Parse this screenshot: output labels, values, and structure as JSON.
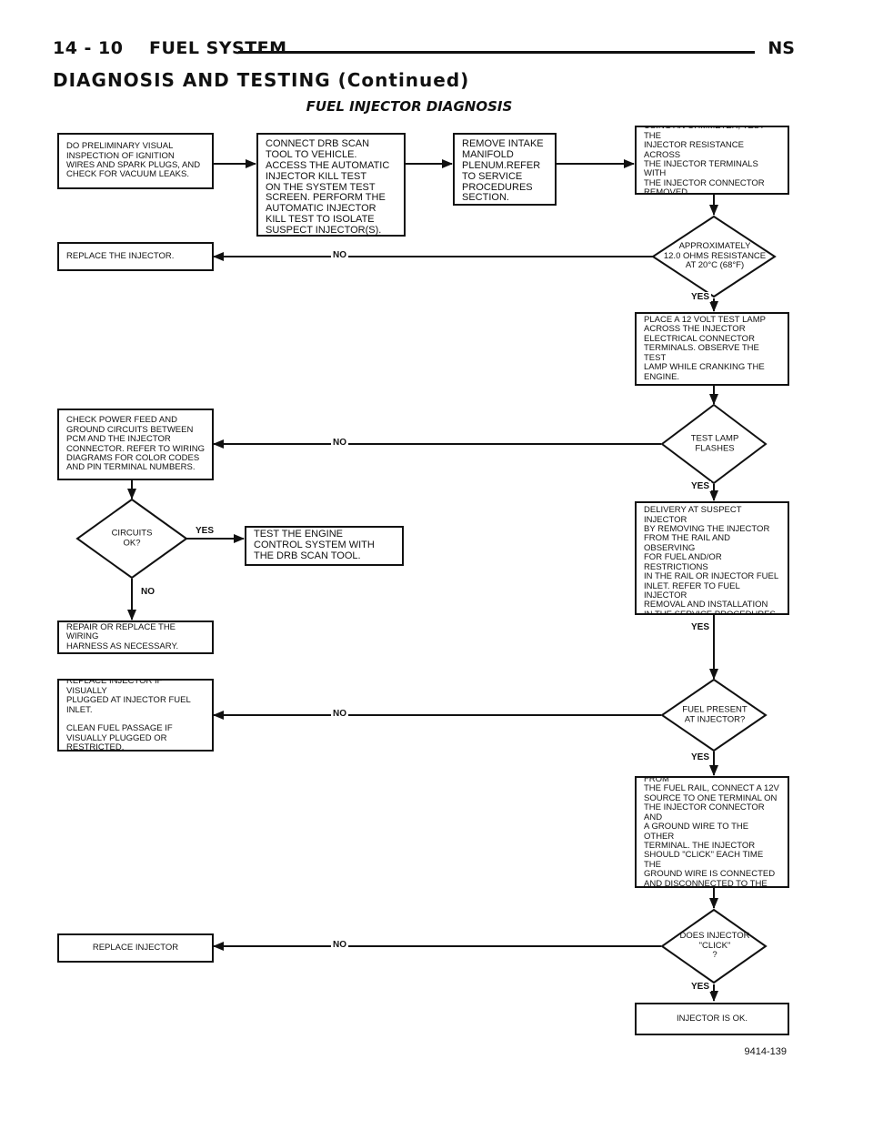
{
  "header": {
    "page_label": "14 - 10",
    "section": "FUEL SYSTEM",
    "model": "NS",
    "subsection": "DIAGNOSIS AND TESTING (Continued)"
  },
  "diagram": {
    "title": "FUEL INJECTOR DIAGNOSIS",
    "figure_id": "9414-139",
    "boxes": {
      "preliminary": "DO PRELIMINARY VISUAL\nINSPECTION OF IGNITION\nWIRES AND SPARK PLUGS, AND\nCHECK FOR VACUUM LEAKS.",
      "drb_scan": "CONNECT DRB SCAN\nTOOL TO VEHICLE.\nACCESS THE AUTOMATIC\nINJECTOR KILL TEST\nON THE SYSTEM TEST\nSCREEN. PERFORM THE\nAUTOMATIC INJECTOR\nKILL TEST TO ISOLATE\nSUSPECT INJECTOR(S).",
      "remove_intake": "REMOVE INTAKE\nMANIFOLD\nPLENUM.REFER\nTO SERVICE\nPROCEDURES\nSECTION.",
      "ohmmeter": "USING AN OHMMETER, TEST THE\nINJECTOR RESISTANCE ACROSS\nTHE INJECTOR TERMINALS WITH\nTHE INJECTOR CONNECTOR\nREMOVED.",
      "replace_injector_1": "REPLACE THE INJECTOR.",
      "test_lamp": "PLACE A 12 VOLT TEST LAMP\nACROSS THE INJECTOR\nELECTRICAL CONNECTOR\nTERMINALS. OBSERVE THE TEST\nLAMP WHILE CRANKING THE\nENGINE.",
      "power_feed": "CHECK POWER FEED AND\nGROUND CIRCUITS BETWEEN\nPCM  AND THE INJECTOR\nCONNECTOR. REFER TO WIRING\nDIAGRAMS FOR COLOR CODES\nAND PIN TERMINAL NUMBERS.",
      "circuit_ok": "CIRCUIT IS OK. CHECK FOR FUEL\nDELIVERY AT SUSPECT INJECTOR\nBY REMOVING THE INJECTOR\nFROM THE RAIL AND OBSERVING\nFOR FUEL AND/OR RESTRICTIONS\nIN THE RAIL OR INJECTOR FUEL\nINLET. REFER TO FUEL INJECTOR\nREMOVAL AND INSTALLATION\nIN THE SERVICE PROCEDURES\nSECTION OF THIS GROUP.",
      "engine_control": "TEST THE ENGINE\nCONTROL SYSTEM WITH\nTHE DRB SCAN TOOL.",
      "repair_wiring": "REPAIR OR REPLACE THE WIRING\nHARNESS AS NECESSARY.",
      "replace_plugged": "REPLACE INJECTOR IF VISUALLY\nPLUGGED AT INJECTOR FUEL\nINLET.\n\nCLEAN FUEL PASSAGE IF\nVISUALLY PLUGGED OR RESTRICTED.",
      "connect_12v": "WITH INJECTOR REMOVED FROM\nTHE FUEL RAIL, CONNECT A 12V\nSOURCE TO ONE TERMINAL ON\nTHE INJECTOR CONNECTOR AND\nA GROUND WIRE TO THE OTHER\nTERMINAL. THE INJECTOR\nSHOULD \"CLICK\" EACH TIME THE\nGROUND WIRE IS CONNECTED\nAND DISCONNECTED TO THE\nTERMINAL.",
      "replace_injector_2": "REPLACE INJECTOR",
      "injector_ok": "INJECTOR IS OK."
    },
    "decisions": {
      "resistance": "APPROXIMATELY\n12.0 OHMS RESISTANCE\nAT 20°C (68°F)",
      "lamp_flashes": "TEST LAMP\nFLASHES",
      "circuits_ok": "CIRCUITS\nOK?",
      "fuel_present": "FUEL PRESENT\nAT INJECTOR?",
      "does_click": "DOES INJECTOR\n\"CLICK\"\n?"
    },
    "labels": {
      "yes": "YES",
      "no": "NO"
    }
  }
}
